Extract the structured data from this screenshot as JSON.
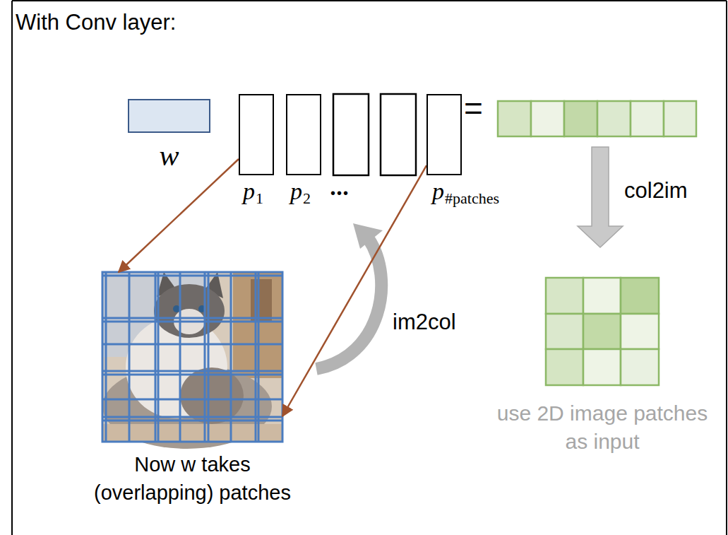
{
  "diagram": {
    "title": "With Conv layer:",
    "nodes": [
      {
        "text": [
          "w"
        ]
      },
      {
        "text": [
          "p",
          "1"
        ]
      },
      {
        "text": [
          "p",
          "2"
        ]
      },
      {
        "text": [
          "p",
          "#patches"
        ]
      },
      {
        "text": [
          "Now w takes (overlapping) patches"
        ]
      },
      {
        "text": [
          "use 2D image patches as input"
        ]
      }
    ],
    "edges": [
      {
        "from": 1,
        "to": 4,
        "arrow": "to"
      },
      {
        "from": 3,
        "to": 4,
        "arrow": "to"
      }
    ],
    "labels": [
      "=",
      "•••",
      "im2col",
      "col2im"
    ]
  }
}
